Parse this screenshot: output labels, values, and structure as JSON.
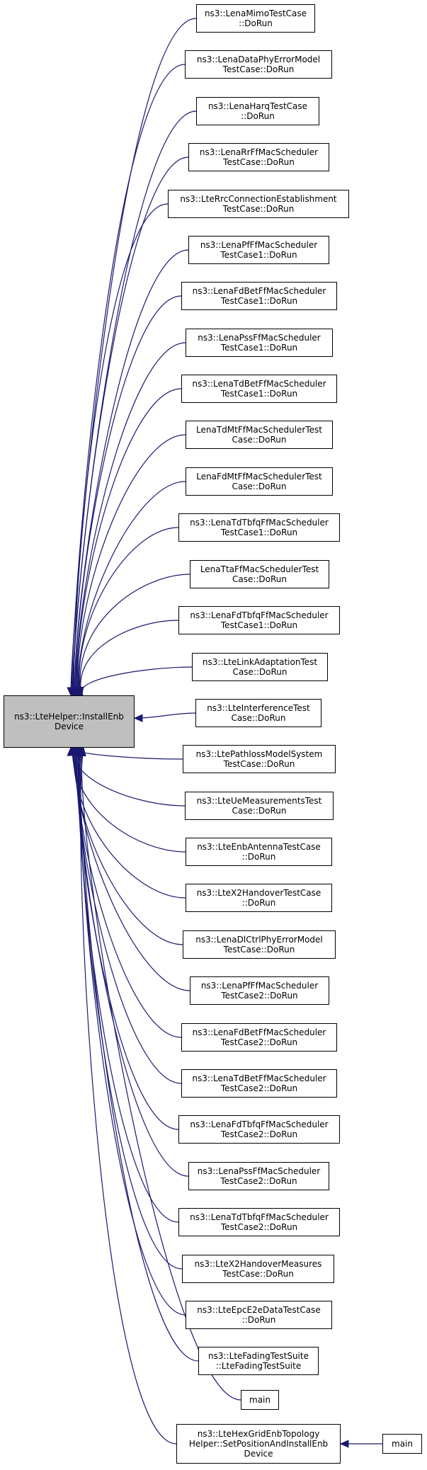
{
  "root": {
    "lines": [
      "ns3::LteHelper::InstallEnb",
      "Device"
    ]
  },
  "callers": [
    {
      "lines": [
        "ns3::LenaMimoTestCase",
        "::DoRun"
      ]
    },
    {
      "lines": [
        "ns3::LenaDataPhyErrorModel",
        "TestCase::DoRun"
      ]
    },
    {
      "lines": [
        "ns3::LenaHarqTestCase",
        "::DoRun"
      ]
    },
    {
      "lines": [
        "ns3::LenaRrFfMacScheduler",
        "TestCase::DoRun"
      ]
    },
    {
      "lines": [
        "ns3::LteRrcConnectionEstablishment",
        "TestCase::DoRun"
      ]
    },
    {
      "lines": [
        "ns3::LenaPfFfMacScheduler",
        "TestCase1::DoRun"
      ]
    },
    {
      "lines": [
        "ns3::LenaFdBetFfMacScheduler",
        "TestCase1::DoRun"
      ]
    },
    {
      "lines": [
        "ns3::LenaPssFfMacScheduler",
        "TestCase1::DoRun"
      ]
    },
    {
      "lines": [
        "ns3::LenaTdBetFfMacScheduler",
        "TestCase1::DoRun"
      ]
    },
    {
      "lines": [
        "LenaTdMtFfMacSchedulerTest",
        "Case::DoRun"
      ]
    },
    {
      "lines": [
        "LenaFdMtFfMacSchedulerTest",
        "Case::DoRun"
      ]
    },
    {
      "lines": [
        "ns3::LenaTdTbfqFfMacScheduler",
        "TestCase1::DoRun"
      ]
    },
    {
      "lines": [
        "LenaTtaFfMacSchedulerTest",
        "Case::DoRun"
      ]
    },
    {
      "lines": [
        "ns3::LenaFdTbfqFfMacScheduler",
        "TestCase1::DoRun"
      ]
    },
    {
      "lines": [
        "ns3::LteLinkAdaptationTest",
        "Case::DoRun"
      ]
    },
    {
      "lines": [
        "ns3::LteInterferenceTest",
        "Case::DoRun"
      ]
    },
    {
      "lines": [
        "ns3::LtePathlossModelSystem",
        "TestCase::DoRun"
      ]
    },
    {
      "lines": [
        "ns3::LteUeMeasurementsTest",
        "Case::DoRun"
      ]
    },
    {
      "lines": [
        "ns3::LteEnbAntennaTestCase",
        "::DoRun"
      ]
    },
    {
      "lines": [
        "ns3::LteX2HandoverTestCase",
        "::DoRun"
      ]
    },
    {
      "lines": [
        "ns3::LenaDlCtrlPhyErrorModel",
        "TestCase::DoRun"
      ]
    },
    {
      "lines": [
        "ns3::LenaPfFfMacScheduler",
        "TestCase2::DoRun"
      ]
    },
    {
      "lines": [
        "ns3::LenaFdBetFfMacScheduler",
        "TestCase2::DoRun"
      ]
    },
    {
      "lines": [
        "ns3::LenaTdBetFfMacScheduler",
        "TestCase2::DoRun"
      ]
    },
    {
      "lines": [
        "ns3::LenaFdTbfqFfMacScheduler",
        "TestCase2::DoRun"
      ]
    },
    {
      "lines": [
        "ns3::LenaPssFfMacScheduler",
        "TestCase2::DoRun"
      ]
    },
    {
      "lines": [
        "ns3::LenaTdTbfqFfMacScheduler",
        "TestCase2::DoRun"
      ]
    },
    {
      "lines": [
        "ns3::LteX2HandoverMeasures",
        "TestCase::DoRun"
      ]
    },
    {
      "lines": [
        "ns3::LteEpcE2eDataTestCase",
        "::DoRun"
      ]
    },
    {
      "lines": [
        "ns3::LteFadingTestSuite",
        "::LteFadingTestSuite"
      ]
    },
    {
      "lines": [
        "main"
      ]
    },
    {
      "lines": [
        "ns3::LteHexGridEnbTopology",
        "Helper::SetPositionAndInstallEnb",
        "Device"
      ]
    }
  ],
  "secondary": {
    "lines": [
      "main"
    ]
  },
  "colors": {
    "edge": "#191970",
    "root_fill": "#bfbfbf",
    "node_fill": "#ffffff",
    "border": "#000000"
  }
}
